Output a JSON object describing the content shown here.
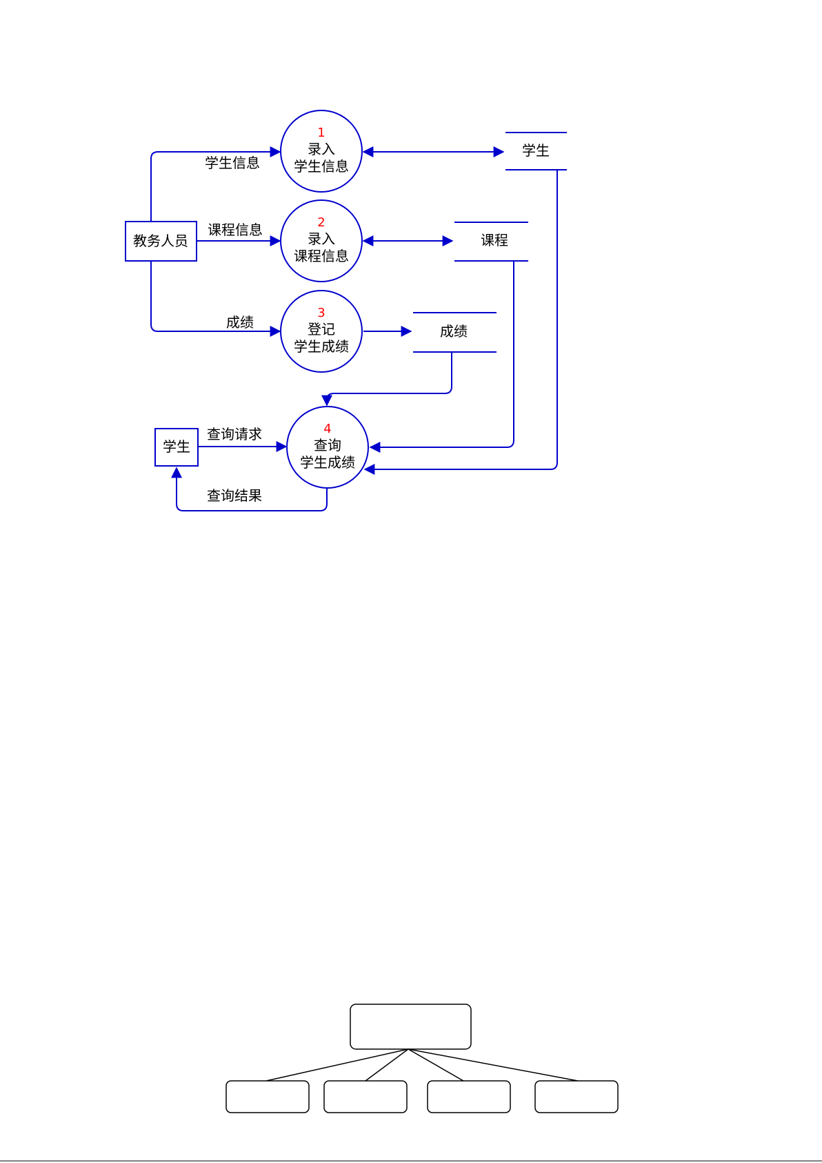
{
  "dfd": {
    "external_entities": {
      "staff": "教务人员",
      "student": "学生"
    },
    "processes": [
      {
        "number": "1",
        "line1": "录入",
        "line2": "学生信息"
      },
      {
        "number": "2",
        "line1": "录入",
        "line2": "课程信息"
      },
      {
        "number": "3",
        "line1": "登记",
        "line2": "学生成绩"
      },
      {
        "number": "4",
        "line1": "查询",
        "line2": "学生成绩"
      }
    ],
    "data_stores": {
      "student": "学生",
      "course": "课程",
      "grade": "成绩"
    },
    "flows": {
      "student_info": "学生信息",
      "course_info": "课程信息",
      "grade": "成绩",
      "query_request": "查询请求",
      "query_result": "查询结果"
    },
    "colors": {
      "line": "#0000cc",
      "process_number": "#ff0000"
    }
  },
  "structure_chart": {
    "root": "",
    "children": [
      "",
      "",
      "",
      ""
    ]
  }
}
